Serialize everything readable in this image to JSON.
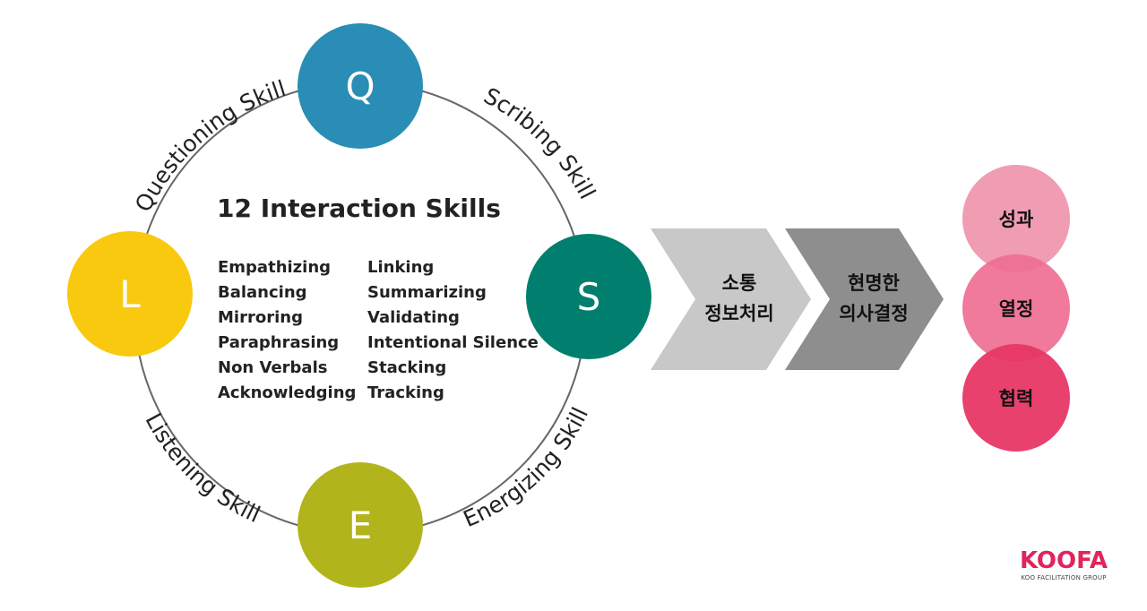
{
  "diagram": {
    "title": "12 Interaction Skills",
    "skills_left": [
      "Empathizing",
      "Balancing",
      "Mirroring",
      "Paraphrasing",
      "Non Verbals",
      "Acknowledging"
    ],
    "skills_right": [
      "Linking",
      "Summarizing",
      "Validating",
      "Intentional Silence",
      "Stacking",
      "Tracking"
    ],
    "nodes": {
      "q": {
        "letter": "Q",
        "color": "#2a8db5"
      },
      "s": {
        "letter": "S",
        "color": "#007f6e"
      },
      "e": {
        "letter": "E",
        "color": "#b1b41b"
      },
      "l": {
        "letter": "L",
        "color": "#f8c90e"
      }
    },
    "arc_labels": {
      "questioning": "Questioning Skill",
      "scribing": "Scribing  Skill",
      "energizing": "Energizing Skill",
      "listening": "Listening Skill"
    },
    "ring_color": "#666666"
  },
  "arrows": [
    {
      "line1": "소통",
      "line2": "정보처리",
      "color": "#c8c8c8"
    },
    {
      "line1": "현명한",
      "line2": "의사결정",
      "color": "#8e8e8e"
    }
  ],
  "outcomes": [
    {
      "label": "성과",
      "color": "#f09cb3"
    },
    {
      "label": "열정",
      "color": "#ee6f92"
    },
    {
      "label": "협력",
      "color": "#e73765"
    }
  ],
  "logo": {
    "word": "KOOFA",
    "subtitle": "KOO FACILITATION GROUP"
  }
}
